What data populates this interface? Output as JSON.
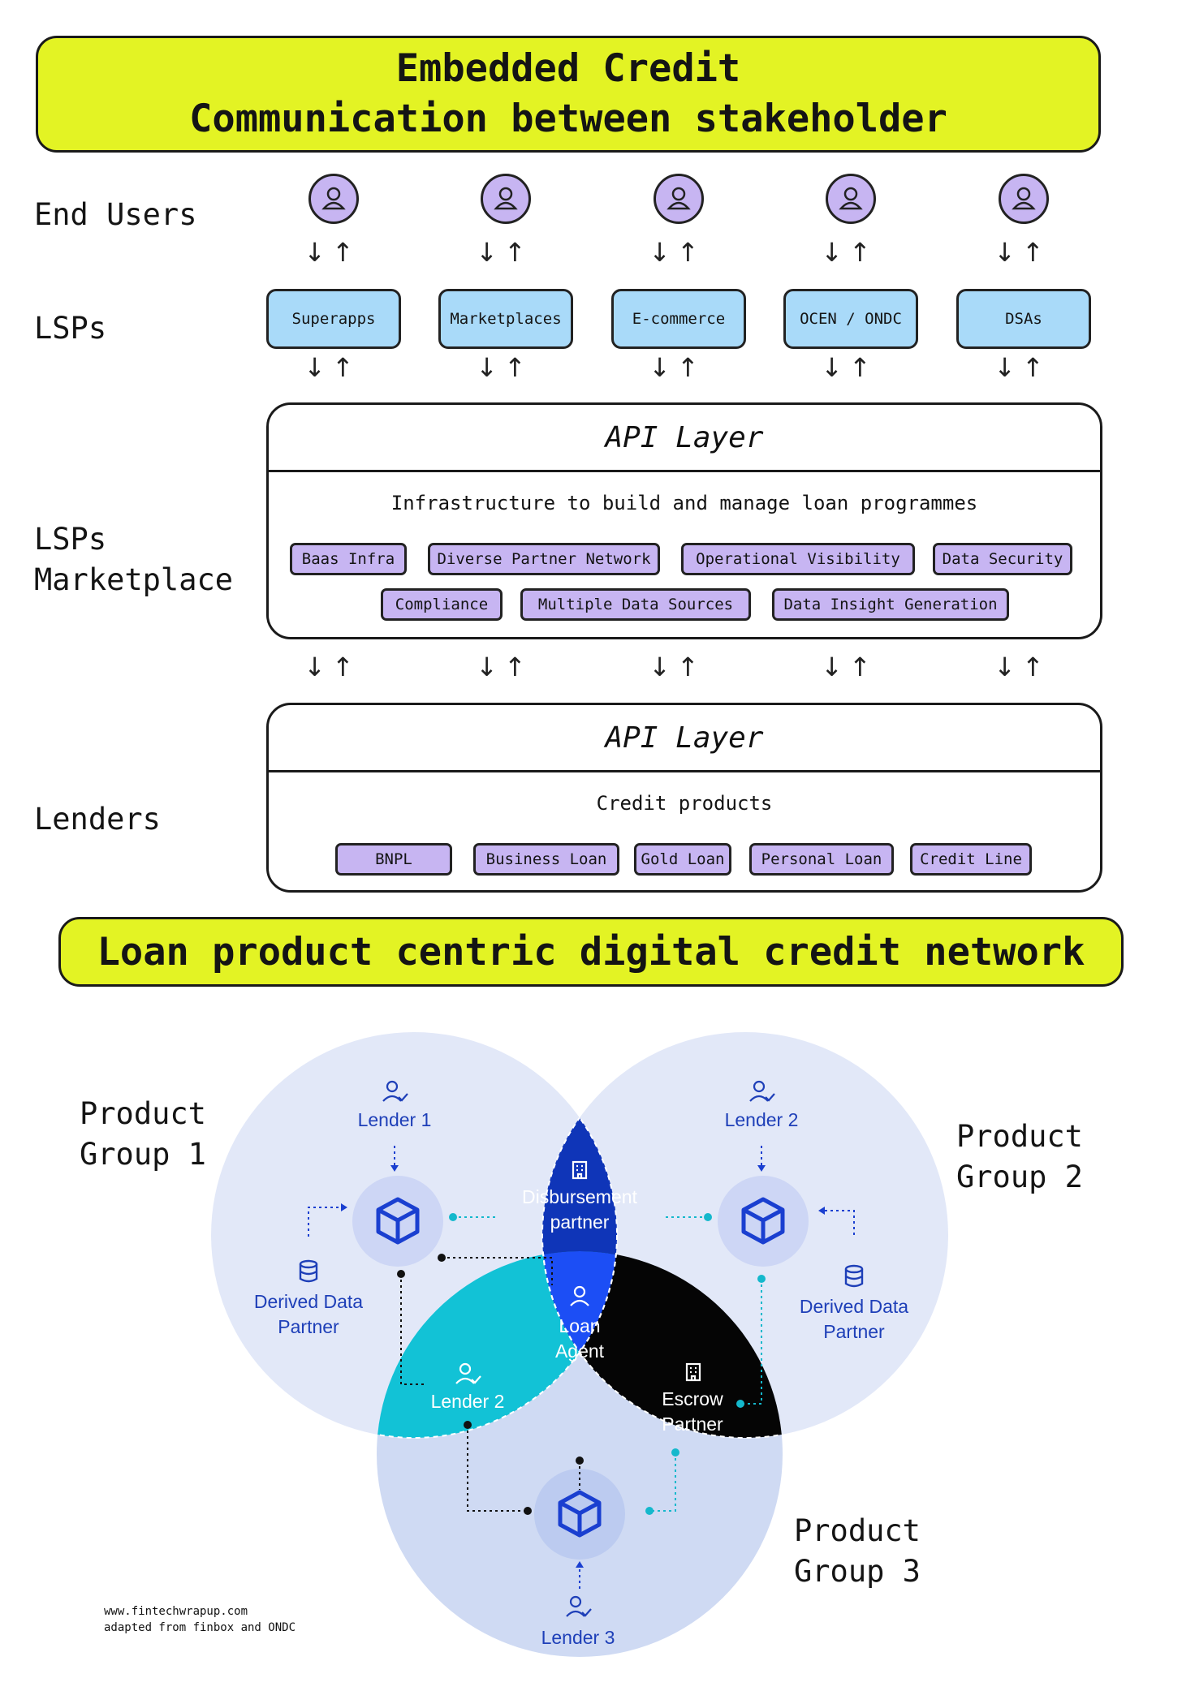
{
  "title": {
    "line1": "Embedded Credit",
    "line2": "Communication between stakeholder"
  },
  "row_labels": {
    "end_users": "End Users",
    "lsps": "LSPs",
    "lsp_marketplace_1": "LSPs",
    "lsp_marketplace_2": "Marketplace",
    "lenders": "Lenders"
  },
  "lsps": [
    "Superapps",
    "Marketplaces",
    "E-commerce",
    "OCEN / ONDC",
    "DSAs"
  ],
  "arrow_glyph": "↓↑",
  "marketplace_panel": {
    "header": "API Layer",
    "subtitle": "Infrastructure to build and manage loan programmes",
    "chips": [
      "Baas Infra",
      "Diverse Partner Network",
      "Operational Visibility",
      "Data Security",
      "Compliance",
      "Multiple Data Sources",
      "Data Insight Generation"
    ]
  },
  "lenders_panel": {
    "header": "API Layer",
    "subtitle": "Credit products",
    "chips": [
      "BNPL",
      "Business Loan",
      "Gold Loan",
      "Personal Loan",
      "Credit Line"
    ]
  },
  "network_title": "Loan product centric digital credit network",
  "venn": {
    "group1": {
      "line1": "Product",
      "line2": "Group 1"
    },
    "group2": {
      "line1": "Product",
      "line2": "Group 2"
    },
    "group3": {
      "line1": "Product",
      "line2": "Group 3"
    },
    "lender1": "Lender 1",
    "lender2_top": "Lender 2",
    "lender2_mid": "Lender 2",
    "lender3": "Lender 3",
    "derived1": {
      "line1": "Derived Data",
      "line2": "Partner"
    },
    "derived2": {
      "line1": "Derived Data",
      "line2": "Partner"
    },
    "disbursement": {
      "line1": "Disbursement",
      "line2": "partner"
    },
    "loan_agent": {
      "line1": "Loan",
      "line2": "Agent"
    },
    "escrow": {
      "line1": "Escrow",
      "line2": "Partner"
    }
  },
  "colors": {
    "banner": "#e3f324",
    "lsp": "#a9daf9",
    "chip": "#c7b5f2",
    "circle": "#e2e8f8",
    "disbursement": "#0f35b8",
    "loan_agent": "#1c4ef5",
    "lender2_zone": "#12c2d6",
    "escrow": "#050505",
    "venn_text": "#1e3fb8",
    "teal": "#14b8cc"
  },
  "footer": {
    "line1": "www.fintechwrapup.com",
    "line2": "adapted from finbox and ONDC"
  }
}
